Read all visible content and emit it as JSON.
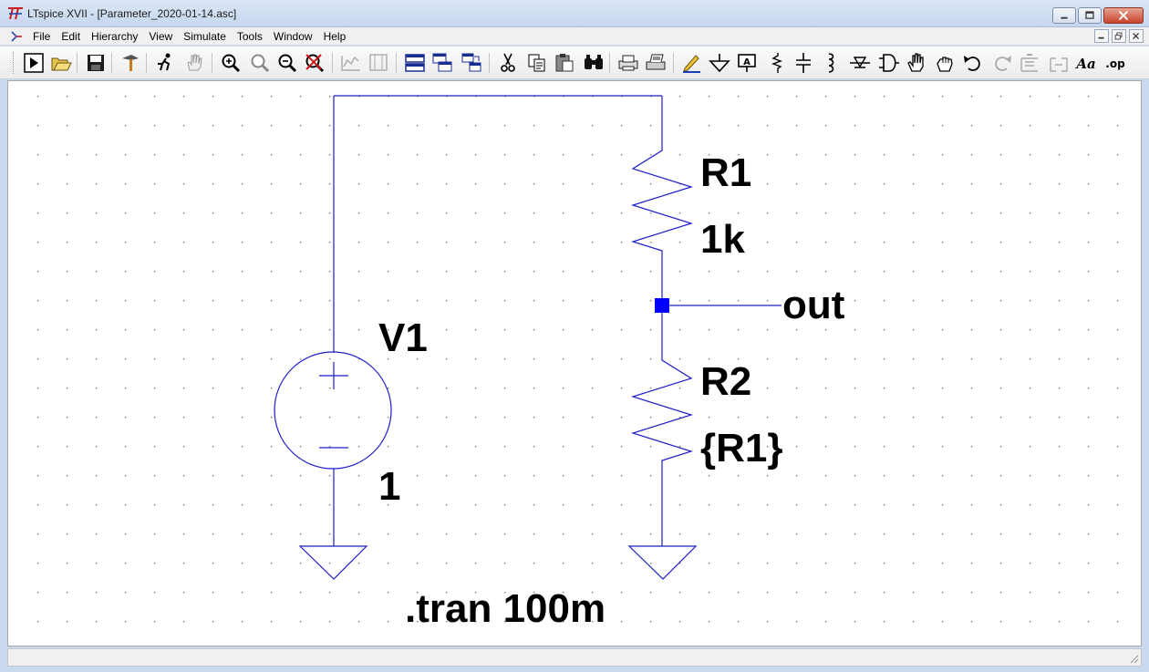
{
  "window": {
    "title": "LTspice XVII - [Parameter_2020-01-14.asc]"
  },
  "menu": {
    "items": [
      "File",
      "Edit",
      "Hierarchy",
      "View",
      "Simulate",
      "Tools",
      "Window",
      "Help"
    ]
  },
  "toolbar": {
    "buttons": [
      "run-icon",
      "open-icon",
      "save-icon",
      "control-panel-icon",
      "halt-icon",
      "pan-icon",
      "zoom-in-icon",
      "zoom-area-icon",
      "zoom-out-icon",
      "zoom-fit-icon",
      "autorange-icon",
      "tile-icon",
      "cascade-icon",
      "window-icon",
      "window2-icon",
      "cut-icon",
      "copy-icon",
      "paste-icon",
      "find-icon",
      "print-icon",
      "print-setup-icon",
      "wire-icon",
      "ground-icon",
      "label-icon",
      "resistor-icon",
      "capacitor-icon",
      "inductor-icon",
      "diode-icon",
      "component-icon",
      "move-icon",
      "drag-icon",
      "undo-icon",
      "redo-icon",
      "rotate-icon",
      "mirror-icon",
      "text-icon",
      "spice-directive-icon"
    ]
  },
  "schematic": {
    "colors": {
      "wire": "#1f1fc8",
      "junction": "#0000ff",
      "grid": "#7a7a7a",
      "text": "#000000"
    },
    "labels": {
      "r1_name": "R1",
      "r1_value": "1k",
      "net_out": "out",
      "v1_name": "V1",
      "v1_value": "1",
      "r2_name": "R2",
      "r2_value": "{R1}",
      "directive": ".tran 100m"
    }
  },
  "status": {
    "text": ""
  }
}
